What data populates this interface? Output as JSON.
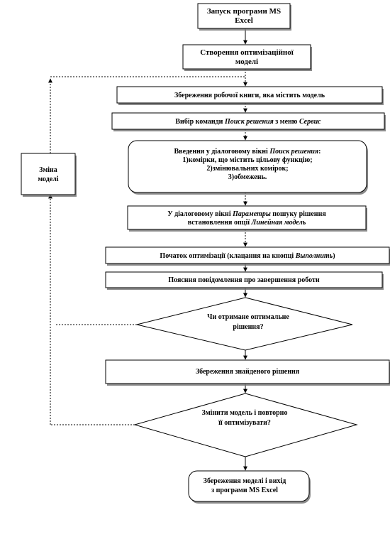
{
  "flowchart": {
    "start": [
      "Запуск програми MS",
      "Excel"
    ],
    "create_model": [
      "Створення оптимізаційної",
      "моделі"
    ],
    "save_workbook": [
      "Збереження робочої книги, яка містить модель"
    ],
    "select_command": [
      [
        {
          "t": "Вибір команди "
        },
        {
          "t": "Поиск решения",
          "i": true
        },
        {
          "t": " з меню "
        },
        {
          "t": "Сервис",
          "i": true
        }
      ]
    ],
    "dialog_input": [
      [
        {
          "t": "Введення у діалоговому вікні "
        },
        {
          "t": "Поиск решения",
          "i": true
        },
        {
          "t": ":"
        }
      ],
      "1)комірки, що містить цільову функцію;",
      "2)змінювальних комірок;",
      "3)обмежень."
    ],
    "params": [
      [
        {
          "t": "У діалоговому вікні "
        },
        {
          "t": "Параметры",
          "i": true
        },
        {
          "t": " пошуку рішення"
        }
      ],
      [
        {
          "t": "встановлення опції "
        },
        {
          "t": "Линейная модель",
          "i": true
        }
      ]
    ],
    "start_opt": [
      [
        {
          "t": "Початок оптимізації (клацання на кнопці "
        },
        {
          "t": "Выполнить",
          "i": true
        },
        {
          "t": ")"
        }
      ]
    ],
    "message": [
      "Поясння повідомлення про завершення роботи"
    ],
    "decision_optimal": [
      "Чи отримане оптимальне",
      "рішення?"
    ],
    "save_solution": [
      "Збереження знайденого рішення"
    ],
    "decision_change": [
      "Змінити модель і повторно",
      "її оптимізувати?"
    ],
    "end": [
      "Збереження моделі і вихід",
      "з програми MS Excel"
    ],
    "change_model": [
      "Зміна",
      "моделі"
    ]
  }
}
